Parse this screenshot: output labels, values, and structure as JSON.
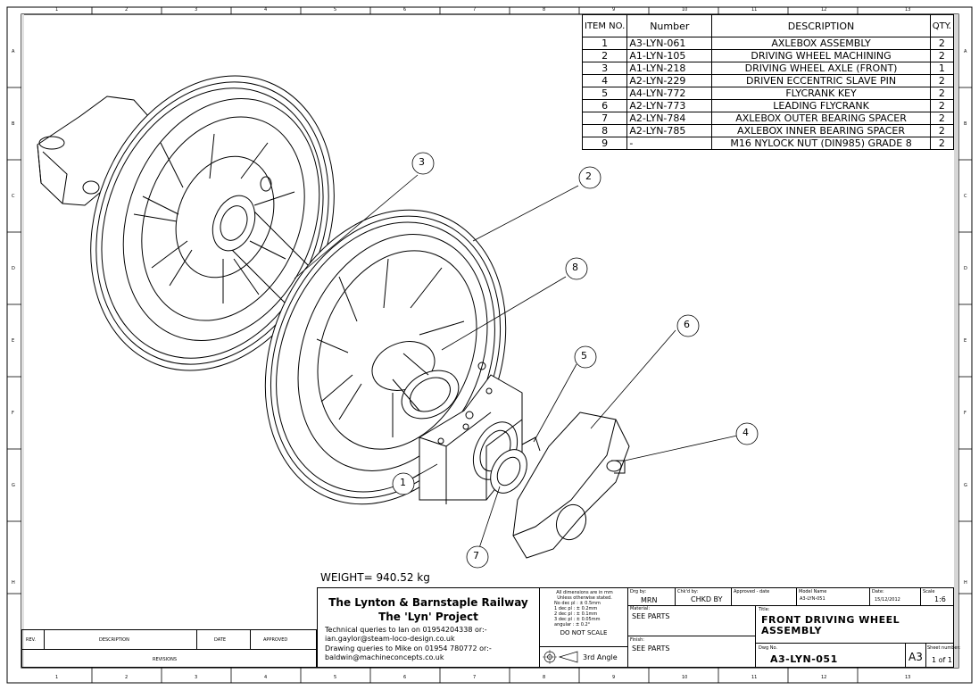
{
  "zones": {
    "cols": [
      "1",
      "2",
      "3",
      "4",
      "5",
      "6",
      "7",
      "8",
      "9",
      "10",
      "11",
      "12",
      "13"
    ],
    "rows": [
      "A",
      "B",
      "C",
      "D",
      "E",
      "F",
      "G",
      "H"
    ]
  },
  "bom": {
    "headers": {
      "item": "ITEM NO.",
      "number": "Number",
      "description": "DESCRIPTION",
      "qty": "QTY."
    },
    "rows": [
      {
        "item": "1",
        "number": "A3-LYN-061",
        "description": "AXLEBOX ASSEMBLY",
        "qty": "2"
      },
      {
        "item": "2",
        "number": "A1-LYN-105",
        "description": "DRIVING WHEEL MACHINING",
        "qty": "2"
      },
      {
        "item": "3",
        "number": "A1-LYN-218",
        "description": "DRIVING WHEEL AXLE (FRONT)",
        "qty": "1"
      },
      {
        "item": "4",
        "number": "A2-LYN-229",
        "description": "DRIVEN ECCENTRIC SLAVE PIN",
        "qty": "2"
      },
      {
        "item": "5",
        "number": "A4-LYN-772",
        "description": "FLYCRANK KEY",
        "qty": "2"
      },
      {
        "item": "6",
        "number": "A2-LYN-773",
        "description": "LEADING FLYCRANK",
        "qty": "2"
      },
      {
        "item": "7",
        "number": "A2-LYN-784",
        "description": "AXLEBOX OUTER BEARING SPACER",
        "qty": "2"
      },
      {
        "item": "8",
        "number": "A2-LYN-785",
        "description": "AXLEBOX INNER BEARING SPACER",
        "qty": "2"
      },
      {
        "item": "9",
        "number": "-",
        "description": "M16 NYLOCK NUT (DIN985) GRADE 8",
        "qty": "2"
      }
    ]
  },
  "balloons": [
    "1",
    "2",
    "3",
    "4",
    "5",
    "6",
    "7",
    "8"
  ],
  "weight": "WEIGHT= 940.52 kg",
  "revisions": {
    "rev": "REV.",
    "description": "DESCRIPTION",
    "date": "DATE",
    "approved": "APPROVED",
    "footer": "REVISIONS"
  },
  "company": {
    "line1": "The Lynton & Barnstaple Railway",
    "line2": "The 'Lyn' Project",
    "contact1": "Technical queries to Ian on 01954204338 or:-",
    "contact2": "ian.gaylor@steam-loco-design.co.uk",
    "contact3": "Drawing queries to Mike on 01954 780772 or:-",
    "contact4": "baldwin@machineconcepts.co.uk"
  },
  "tolerances": {
    "l1": "All dimensions are in mm",
    "l2": "Unless otherwise stated.",
    "l3": "No dec pl : ± 0.5mm",
    "l4": "1 dec pl : ± 0.2mm",
    "l5": "2 dec pl : ± 0.1mm",
    "l6": "3 dec pl : ± 0.05mm",
    "l7": "angular : ± 0.2°",
    "noscale": "DO NOT SCALE",
    "angle": "3rd Angle"
  },
  "titleblock": {
    "drg_by_label": "Drg by:",
    "drg_by": "MRN",
    "chkd_label": "Chk'd by:",
    "chkd": "CHKD BY",
    "approved_label": "Approved - date",
    "model_label": "Model Name",
    "model": "A3-LYN-051",
    "date_label": "Date:",
    "date": "15/12/2012",
    "scale_label": "Scale",
    "scale": "1:6",
    "material_label": "Material:",
    "material": "SEE PARTS",
    "finish_label": "Finish:",
    "finish": "SEE PARTS",
    "title_label": "Title:",
    "title1": "FRONT DRIVING WHEEL",
    "title2": "ASSEMBLY",
    "dwgno_label": "Dwg No.",
    "dwgno": "A3-LYN-051",
    "size": "A3",
    "sheet_label": "Sheet number:",
    "sheet": "1 of 1"
  }
}
